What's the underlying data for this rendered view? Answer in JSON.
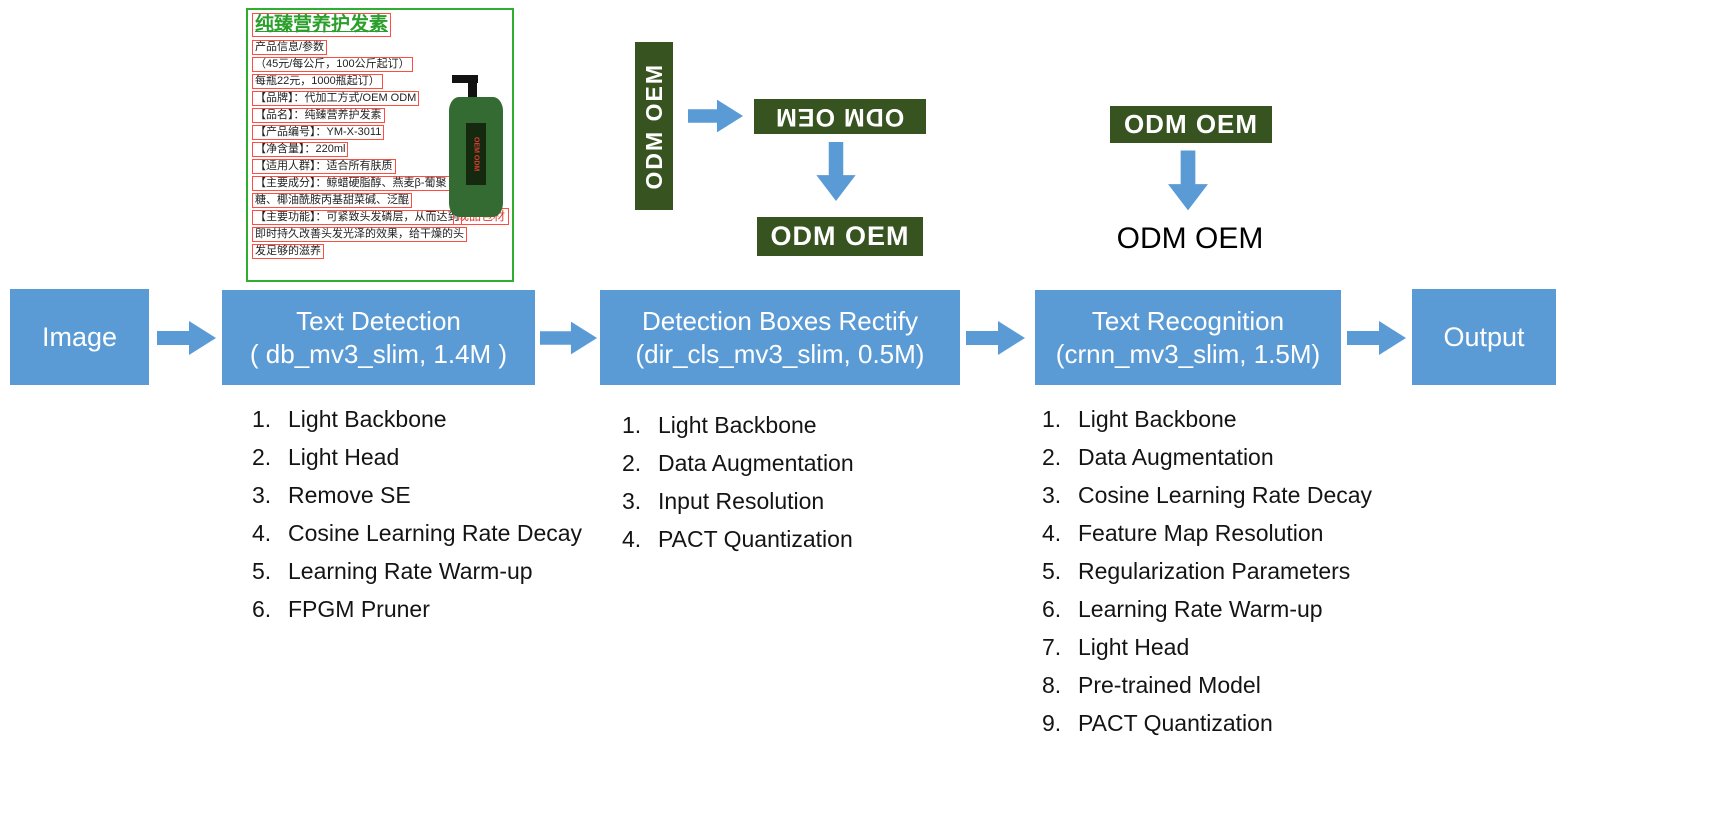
{
  "colors": {
    "stage_blue": "#5b9bd5",
    "arrow_blue": "#5b9bd5",
    "odm_green": "#375320",
    "card_border_green": "#2fae2f",
    "detection_box_red": "#ff4d42"
  },
  "stages": {
    "image": {
      "title": "Image"
    },
    "detection": {
      "title": "Text Detection",
      "subtitle": "( db_mv3_slim, 1.4M )"
    },
    "rectify": {
      "title": "Detection Boxes Rectify",
      "subtitle": "(dir_cls_mv3_slim, 0.5M)"
    },
    "recognition": {
      "title": "Text Recognition",
      "subtitle": "(crnn_mv3_slim, 1.5M)"
    },
    "output": {
      "title": "Output"
    }
  },
  "lists": {
    "detection": [
      {
        "num": "1.",
        "label": "Light Backbone"
      },
      {
        "num": "2.",
        "label": "Light Head"
      },
      {
        "num": "3.",
        "label": "Remove SE"
      },
      {
        "num": "4.",
        "label": "Cosine Learning Rate Decay"
      },
      {
        "num": "5.",
        "label": "Learning Rate Warm-up"
      },
      {
        "num": "6.",
        "label": "FPGM Pruner"
      }
    ],
    "rectify": [
      {
        "num": "1.",
        "label": "Light Backbone"
      },
      {
        "num": "2.",
        "label": "Data Augmentation"
      },
      {
        "num": "3.",
        "label": "Input Resolution"
      },
      {
        "num": "4.",
        "label": "PACT Quantization"
      }
    ],
    "recognition": [
      {
        "num": "1.",
        "label": "Light Backbone"
      },
      {
        "num": "2.",
        "label": "Data Augmentation"
      },
      {
        "num": "3.",
        "label": "Cosine Learning Rate Decay"
      },
      {
        "num": "4.",
        "label": "Feature Map Resolution"
      },
      {
        "num": "5.",
        "label": "Regularization Parameters"
      },
      {
        "num": "6.",
        "label": "Learning Rate Warm-up"
      },
      {
        "num": "7.",
        "label": "Light Head"
      },
      {
        "num": "8.",
        "label": "Pre-trained Model"
      },
      {
        "num": "9.",
        "label": "PACT Quantization"
      }
    ]
  },
  "odm": {
    "vertical_label": "ODM OEM",
    "flipped_label": "ODM OEM",
    "rectified_label": "ODM OEM",
    "recognition_input_label": "ODM OEM",
    "recognized_text": "ODM OEM"
  },
  "product_card": {
    "title": "纯臻营养护发素",
    "info_lines": [
      "产品信息/参数",
      "（45元/每公斤，100公斤起订）",
      "每瓶22元，1000瓶起订）",
      "【品牌】：代加工方式/OEM ODM",
      "【品名】：纯臻营养护发素",
      "【产品编号】：YM-X-3011",
      "【净含量】：220ml",
      "【适用人群】：适合所有肤质",
      "【主要成分】：鲸蜡硬脂醇、燕麦β-葡聚"
    ],
    "bottom_lines": [
      "糖、椰油酰胺丙基甜菜碱、泛醌",
      "【主要功能】：可紧致头发磷层，从而达到",
      "即时持久改善头发光泽的效果，给干燥的头",
      "发足够的滋养"
    ],
    "package_label": "成品包材",
    "bottle_label": "OEM ODM"
  }
}
